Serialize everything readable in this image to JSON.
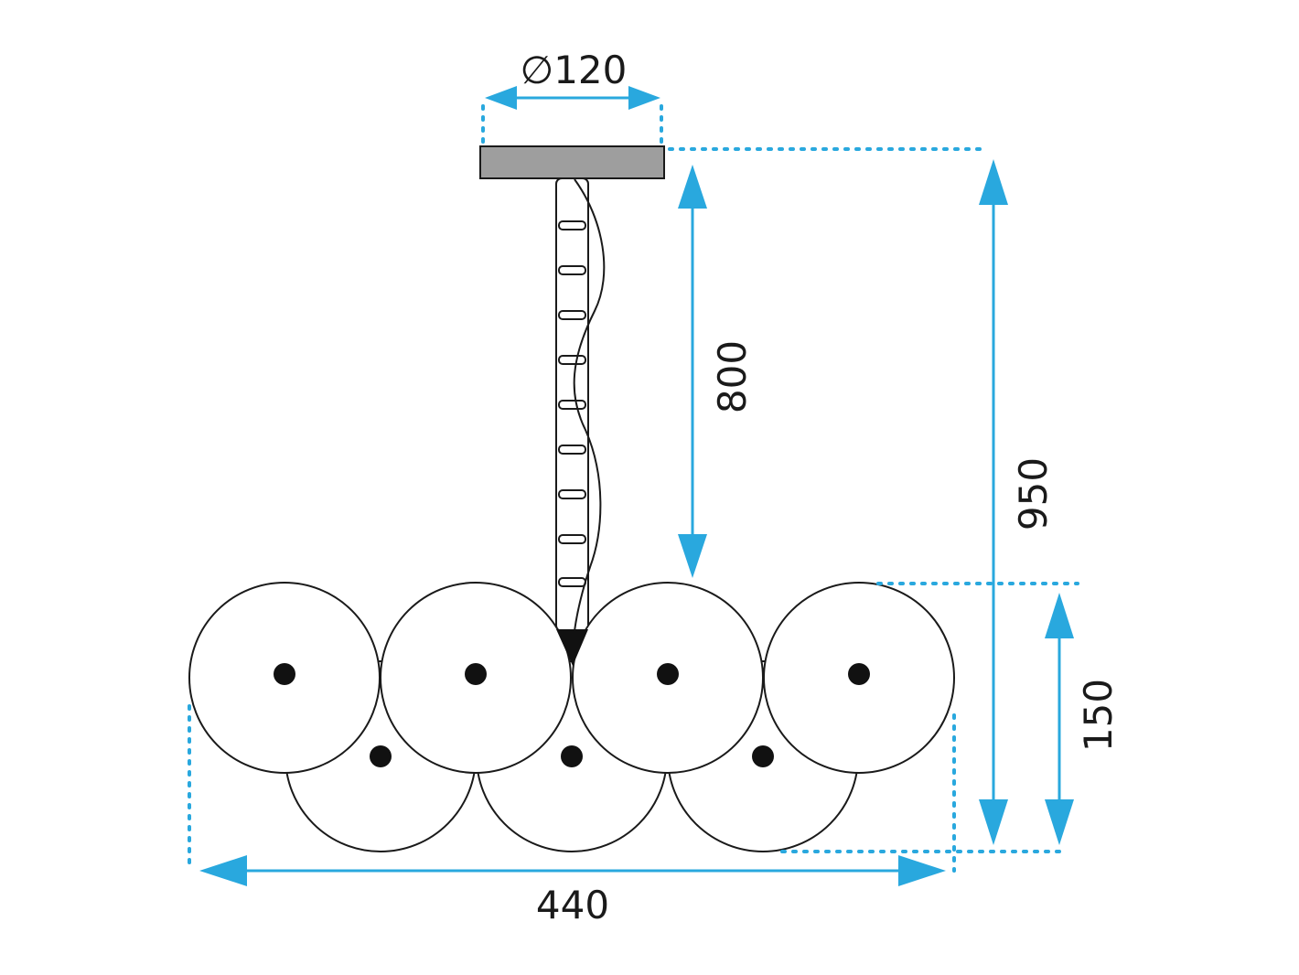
{
  "diagram": {
    "dimensions": {
      "canopy_diameter": "∅120",
      "rod_length": "800",
      "total_height": "950",
      "globe_height": "150",
      "total_width": "440"
    },
    "colors": {
      "dimension": "#29a8de",
      "outline": "#1a1a1a",
      "canopy": "#9e9e9e",
      "socket": "#111111"
    }
  }
}
